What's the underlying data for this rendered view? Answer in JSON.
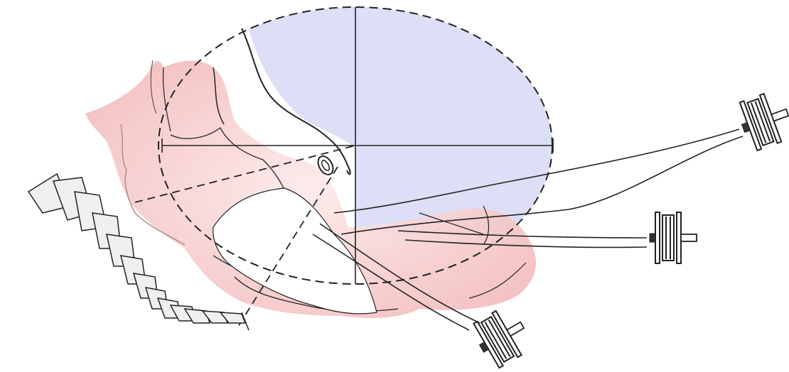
{
  "figure": {
    "subject": "surgical-ports-illustration",
    "labels": []
  },
  "colors": {
    "background": "#ffffff",
    "quadrant_fill": "#dcdff6",
    "tissue_fill": "#f6cfcf",
    "tissue_fill_light": "#fbe5e5",
    "outline": "#222222",
    "segment_fill": "#efefef"
  },
  "instruments": [
    {
      "name": "upper-port"
    },
    {
      "name": "middle-port"
    },
    {
      "name": "lower-port"
    }
  ]
}
